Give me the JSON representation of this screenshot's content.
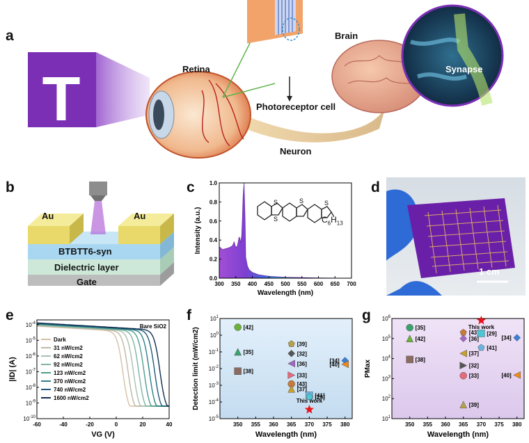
{
  "panels": {
    "a": {
      "letter": "a",
      "labels": {
        "t_glyph": "T",
        "retina": "Retina",
        "photoreceptor": "Photoreceptor cell",
        "brain": "Brain",
        "synapse": "Synapse",
        "neuron": "Neuron"
      }
    },
    "b": {
      "letter": "b",
      "layers": {
        "au_left": "Au",
        "au_right": "Au",
        "semiconductor": "BTBTT6-syn",
        "dielectric": "Dielectric layer",
        "gate": "Gate"
      }
    },
    "c": {
      "letter": "c",
      "molecule_sub": "C",
      "molecule_sub_n": "6",
      "molecule_sub_h": "H",
      "molecule_sub_hn": "13"
    },
    "d": {
      "letter": "d",
      "scale_bar": "1 cm"
    },
    "e": {
      "letter": "e"
    },
    "f": {
      "letter": "f"
    },
    "g": {
      "letter": "g"
    }
  },
  "colors": {
    "purple": "#7a2fb4",
    "gold": "#e8d96a",
    "blue_layer": "#a9d7f1",
    "green_layer": "#cde8d8",
    "gray_layer": "#cfcfcf",
    "red_star": "#e8141c"
  },
  "chart_data": [
    {
      "panel": "c",
      "type": "area",
      "xlabel": "Wavelength (nm)",
      "ylabel": "Intensity (a.u.)",
      "xlim": [
        300,
        700
      ],
      "ylim": [
        0,
        1.0
      ],
      "xticks": [
        "300",
        "350",
        "400",
        "450",
        "500",
        "550",
        "600",
        "650",
        "700"
      ],
      "yticks": [
        "0.0",
        "0.2",
        "0.4",
        "0.6",
        "0.8",
        "1.0"
      ],
      "x": [
        300,
        310,
        320,
        330,
        340,
        345,
        350,
        355,
        360,
        362,
        365,
        368,
        370,
        372,
        375,
        378,
        380,
        385,
        390,
        400,
        420,
        450,
        500,
        550,
        600,
        650,
        700
      ],
      "values": [
        0.33,
        0.3,
        0.31,
        0.32,
        0.34,
        0.38,
        0.32,
        0.34,
        0.43,
        0.42,
        0.37,
        0.45,
        0.62,
        0.85,
        1.0,
        0.62,
        0.22,
        0.13,
        0.09,
        0.06,
        0.035,
        0.02,
        0.01,
        0.006,
        0.003,
        0.001,
        0.0
      ]
    },
    {
      "panel": "e",
      "type": "line",
      "xlabel": "VG (V)",
      "ylabel": "|ID| (A)",
      "annotation": "Bare SiO2",
      "xlim": [
        -60,
        40
      ],
      "ylim_log10": [
        -10,
        -3.7
      ],
      "xticks": [
        "-60",
        "-40",
        "-20",
        "0",
        "20",
        "40"
      ],
      "yticks": [
        "10^-4",
        "10^-5",
        "10^-6",
        "10^-7",
        "10^-8",
        "10^-9",
        "10^-10"
      ],
      "series": [
        {
          "name": "Dark",
          "color": "#d7bfa4",
          "vth": 5
        },
        {
          "name": "31 nW/cm2",
          "color": "#bfb7a7",
          "vth": 9
        },
        {
          "name": "62 nW/cm2",
          "color": "#a9bfae",
          "vth": 13
        },
        {
          "name": "92 nW/cm2",
          "color": "#7fb3a0",
          "vth": 17
        },
        {
          "name": "123 nW/cm2",
          "color": "#4c9e8d",
          "vth": 21
        },
        {
          "name": "370 nW/cm2",
          "color": "#2f7f86",
          "vth": 25
        },
        {
          "name": "740 nW/cm2",
          "color": "#1e5a78",
          "vth": 29
        },
        {
          "name": "1600 nW/cm2",
          "color": "#0f2d4e",
          "vth": 33
        }
      ]
    },
    {
      "panel": "f",
      "type": "scatter",
      "xlabel": "Wavelength (nm)",
      "ylabel": "Detection limit (mW/cm2)",
      "xlim": [
        345,
        382
      ],
      "ylim_log10": [
        -5,
        1
      ],
      "xticks": [
        "350",
        "355",
        "360",
        "365",
        "370",
        "375",
        "380"
      ],
      "points": [
        {
          "label": "[42]",
          "x": 350,
          "y": 3,
          "color": "#6ab13a"
        },
        {
          "label": "[35]",
          "x": 350,
          "y": 0.1,
          "color": "#3aa26c"
        },
        {
          "label": "[38]",
          "x": 350,
          "y": 0.007,
          "color": "#8b6a60"
        },
        {
          "label": "[39]",
          "x": 365,
          "y": 0.3,
          "color": "#b7a24a"
        },
        {
          "label": "[32]",
          "x": 365,
          "y": 0.08,
          "color": "#555555"
        },
        {
          "label": "[36]",
          "x": 365,
          "y": 0.02,
          "color": "#a068c5"
        },
        {
          "label": "[33]",
          "x": 365,
          "y": 0.004,
          "color": "#e56a7a"
        },
        {
          "label": "[43]",
          "x": 365,
          "y": 0.0012,
          "color": "#c87a3a"
        },
        {
          "label": "[37]",
          "x": 365,
          "y": 0.0006,
          "color": "#c9a12a"
        },
        {
          "label": "[41]",
          "x": 370,
          "y": 0.00025,
          "color": "#6ab5e0"
        },
        {
          "label": "[29]",
          "x": 370,
          "y": 0.0002,
          "color": "#4fc6d6"
        },
        {
          "label": "[34]",
          "x": 380,
          "y": 0.03,
          "color": "#3a7fd6"
        },
        {
          "label": "[40]",
          "x": 380,
          "y": 0.018,
          "color": "#f08a1a"
        },
        {
          "label": "This work",
          "x": 370,
          "y": 3.5e-05,
          "color": "#e8141c"
        }
      ]
    },
    {
      "panel": "g",
      "type": "scatter",
      "xlabel": "Wavelength (nm)",
      "ylabel": "PMax",
      "xlim": [
        345,
        382
      ],
      "ylim_log10": [
        1,
        6
      ],
      "xticks": [
        "350",
        "355",
        "360",
        "365",
        "370",
        "375",
        "380"
      ],
      "points": [
        {
          "label": "[35]",
          "x": 350,
          "y": 350000,
          "color": "#3aa26c"
        },
        {
          "label": "[42]",
          "x": 350,
          "y": 100000,
          "color": "#6ab13a"
        },
        {
          "label": "[38]",
          "x": 350,
          "y": 9000,
          "color": "#8b6a60"
        },
        {
          "label": "[43]",
          "x": 365,
          "y": 200000,
          "color": "#c87a3a"
        },
        {
          "label": "[36]",
          "x": 365,
          "y": 100000,
          "color": "#a068c5"
        },
        {
          "label": "[37]",
          "x": 365,
          "y": 18000,
          "color": "#c9a12a"
        },
        {
          "label": "[32]",
          "x": 365,
          "y": 4500,
          "color": "#555555"
        },
        {
          "label": "[33]",
          "x": 365,
          "y": 1400,
          "color": "#e56a7a"
        },
        {
          "label": "[39]",
          "x": 365,
          "y": 50,
          "color": "#b7a24a"
        },
        {
          "label": "[29]",
          "x": 370,
          "y": 180000,
          "color": "#4fc6d6"
        },
        {
          "label": "[41]",
          "x": 370,
          "y": 35000,
          "color": "#6ab5e0"
        },
        {
          "label": "[34]",
          "x": 380,
          "y": 110000,
          "color": "#3a7fd6"
        },
        {
          "label": "[40]",
          "x": 380,
          "y": 1500,
          "color": "#f08a1a"
        },
        {
          "label": "This work",
          "x": 370,
          "y": 800000,
          "color": "#e8141c"
        }
      ]
    }
  ]
}
